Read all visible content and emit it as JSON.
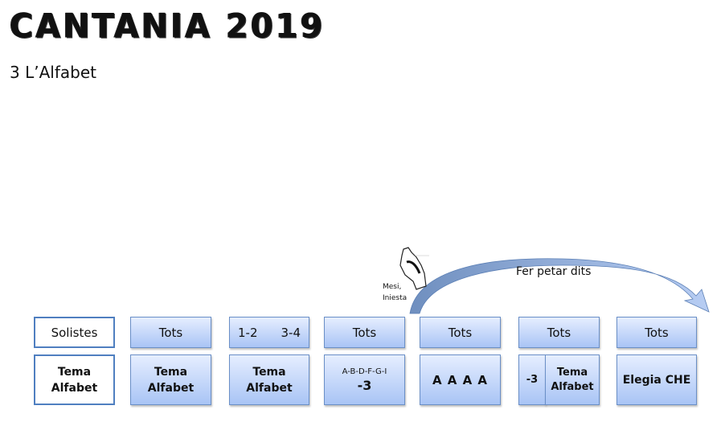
{
  "header": {
    "title": "CANTANIA 2019",
    "subtitle": "3 L’Alfabet"
  },
  "arrow": {
    "label": "Fer petar dits",
    "names_line1": "Mesi,",
    "names_line2": "Iniesta"
  },
  "columns": [
    {
      "top": "Solistes",
      "bottom_line1": "Tema",
      "bottom_line2": "Alfabet"
    },
    {
      "top": "Tots",
      "bottom_line1": "Tema",
      "bottom_line2": "Alfabet"
    },
    {
      "top_left": "1-2",
      "top_right": "3-4",
      "bottom_line1": "Tema",
      "bottom_line2": "Alfabet"
    },
    {
      "top": "Tots",
      "bottom_small": "A-B-D-F-G-I",
      "bottom_big": "-3"
    },
    {
      "top": "Tots",
      "bottom": "A A A A"
    },
    {
      "top": "Tots",
      "bottom_left": "-3",
      "bottom_line1": "Tema",
      "bottom_line2": "Alfabet"
    },
    {
      "top": "Tots",
      "bottom": "Elegia CHE"
    }
  ],
  "colors": {
    "box_border": "#6a8fc7",
    "box_fill_top": "#e6eeff",
    "box_fill_bottom": "#a9c4f5"
  }
}
